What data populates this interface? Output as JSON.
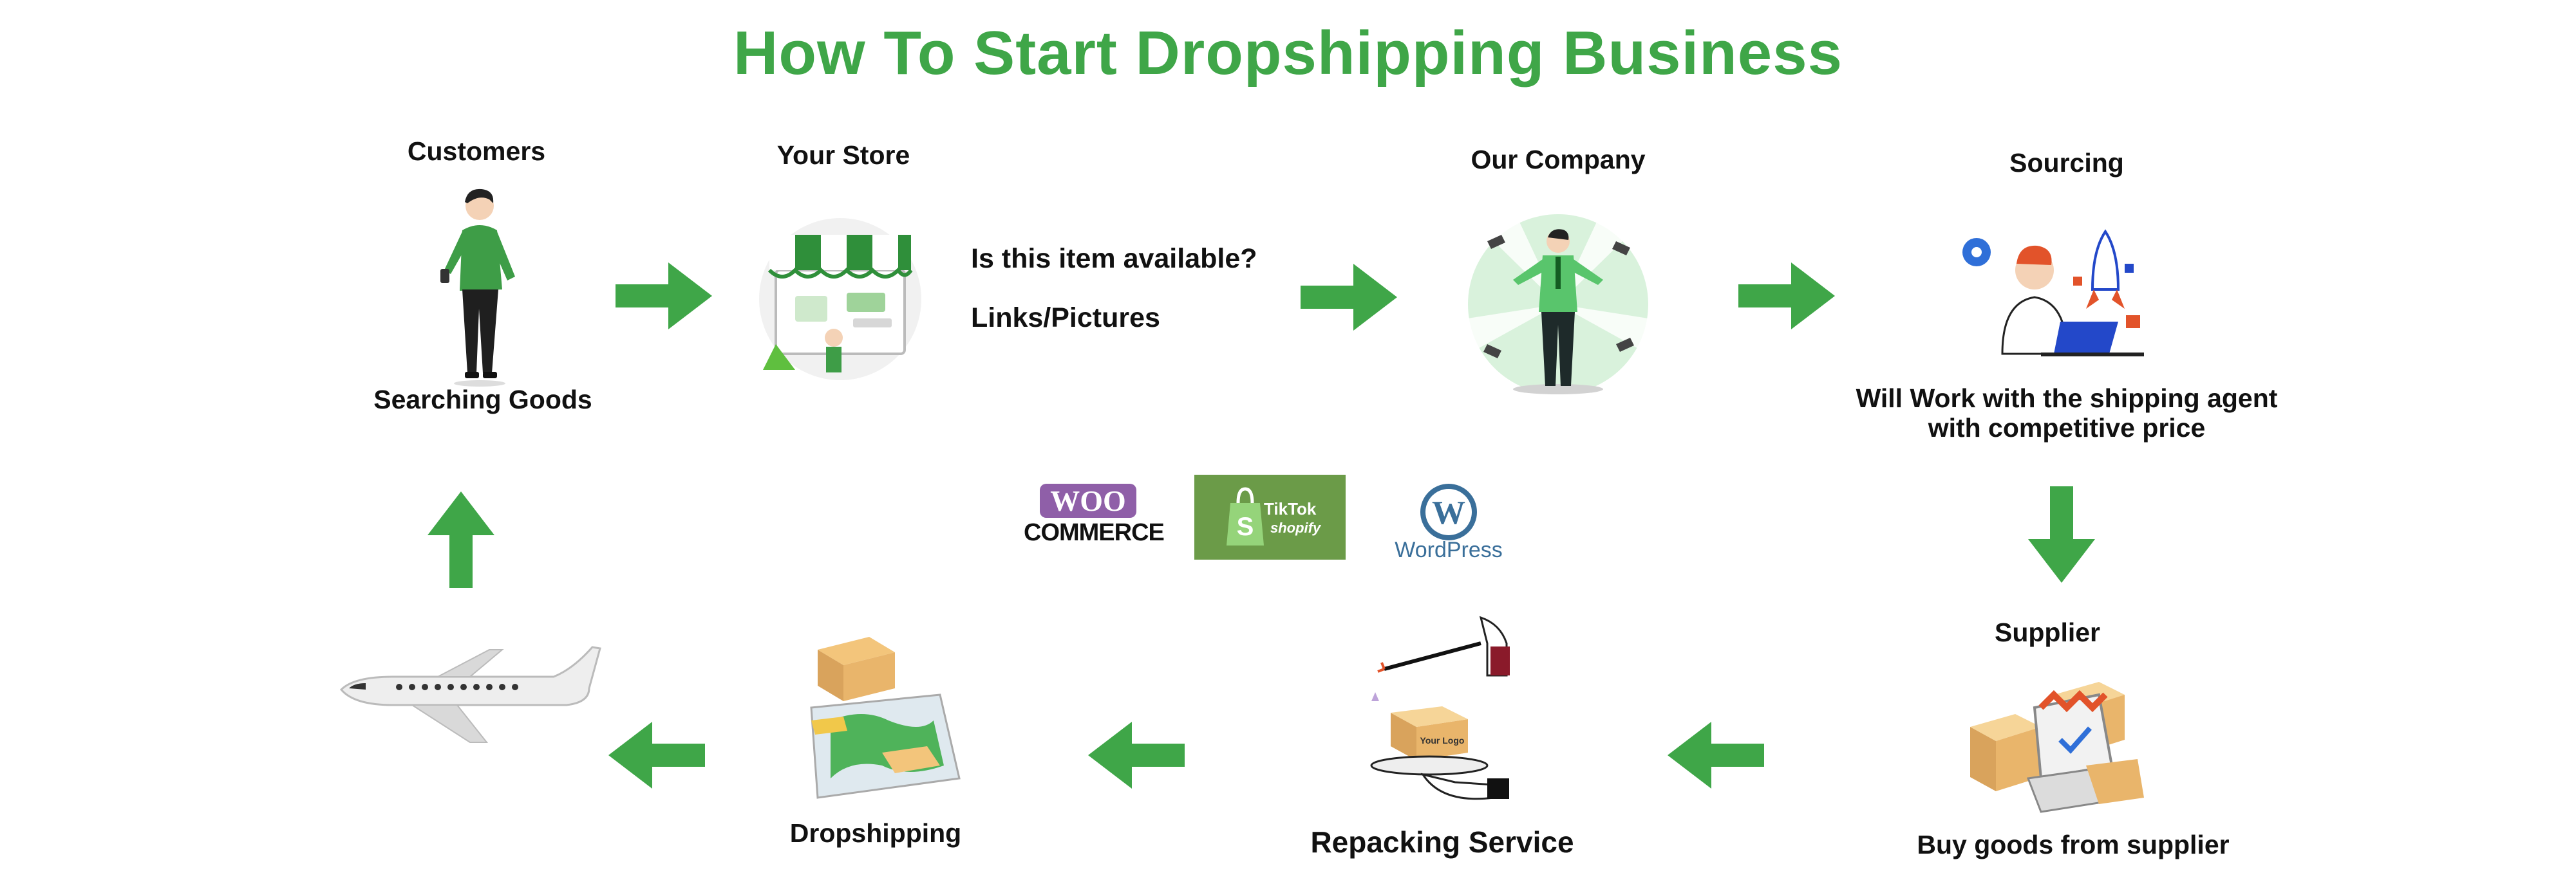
{
  "title": "How To Start Dropshipping Business",
  "colors": {
    "accent": "#3fa648",
    "text": "#111111"
  },
  "steps": {
    "customers": {
      "heading": "Customers",
      "caption": "Searching Goods",
      "icon": "customer-person-icon"
    },
    "store": {
      "heading": "Your Store",
      "icon": "online-store-icon"
    },
    "query": {
      "line1": "Is this item available?",
      "line2": "Links/Pictures"
    },
    "company": {
      "heading": "Our Company",
      "icon": "company-agent-icon"
    },
    "sourcing": {
      "heading": "Sourcing",
      "caption_line1": "Will Work with the shipping agent",
      "caption_line2": "with competitive price",
      "icon": "sourcing-laptop-icon"
    },
    "supplier": {
      "heading": "Supplier",
      "caption": "Buy goods from supplier",
      "icon": "supplier-boxes-icon"
    },
    "repacking": {
      "caption": "Repacking Service",
      "icon": "repacking-box-icon"
    },
    "dropshipping": {
      "caption": "Dropshipping",
      "icon": "dropshipping-map-icon"
    },
    "shipping": {
      "icon": "airplane-icon"
    }
  },
  "platforms": {
    "woo": {
      "line1": "WOO",
      "line2": "COMMERCE"
    },
    "tiktok": {
      "line1": "TikTok",
      "line2": "shopify"
    },
    "wordpress": {
      "label": "WordPress"
    }
  }
}
